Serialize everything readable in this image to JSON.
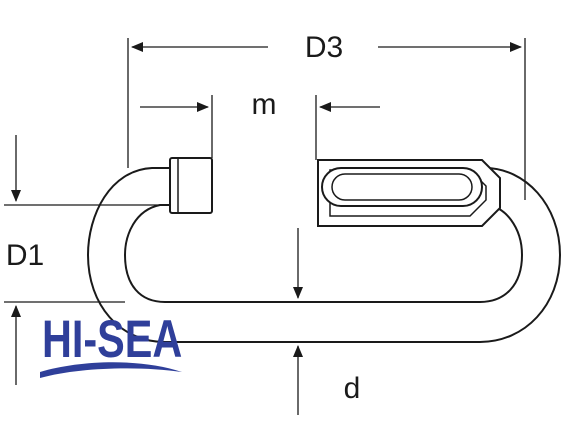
{
  "labels": {
    "d3": "D3",
    "m": "m",
    "d1": "D1",
    "d": "d"
  },
  "logo": {
    "text": "HI-SEA",
    "color": "#2f3f9a",
    "swoosh_color": "#2f3f9a"
  },
  "colors": {
    "line": "#1a1a1a",
    "background": "#ffffff"
  }
}
